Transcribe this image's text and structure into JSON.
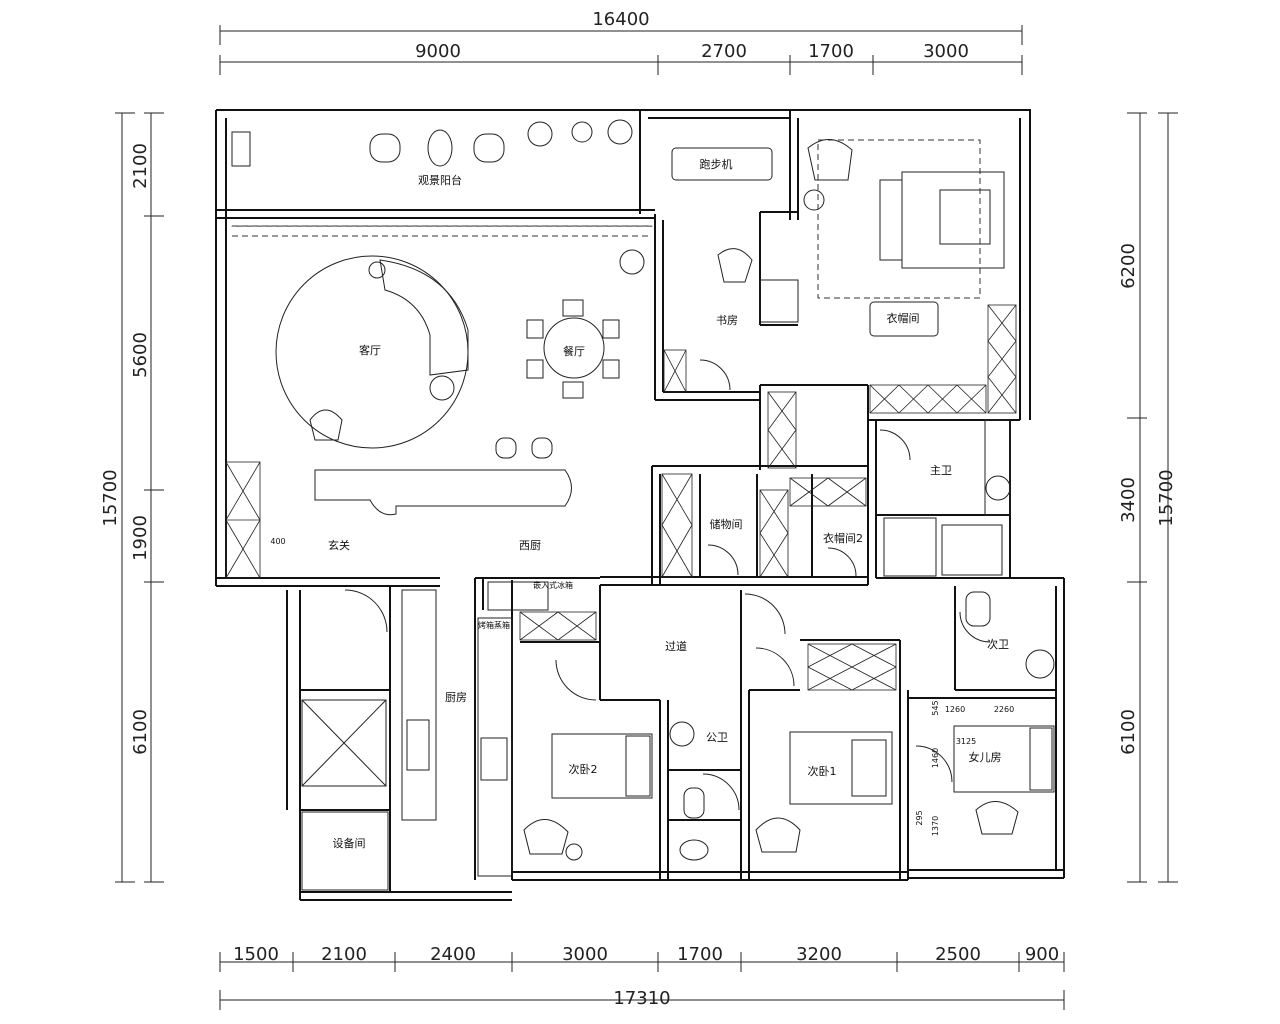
{
  "dimensions": {
    "top_total": "16400",
    "top_segments": [
      "9000",
      "2700",
      "1700",
      "3000"
    ],
    "bottom_segments": [
      "1500",
      "2100",
      "2400",
      "3000",
      "1700",
      "3200",
      "2500",
      "900"
    ],
    "bottom_total": "17310",
    "left_total": "15700",
    "left_segments": [
      "2100",
      "5600",
      "1900",
      "6100"
    ],
    "right_total": "15700",
    "right_segments": [
      "6200",
      "3400",
      "6100"
    ]
  },
  "rooms": {
    "view_balcony": "观景阳台",
    "treadmill": "跑步机",
    "living_room": "客厅",
    "dining_room": "餐厅",
    "study": "书房",
    "cloakroom": "衣帽间",
    "master_bath": "主卫",
    "entrance": "玄关",
    "western_kitchen": "西厨",
    "storage": "储物间",
    "cloakroom_2": "衣帽间2",
    "corridor": "过道",
    "kitchen": "厨房",
    "secondary_bath": "次卫",
    "public_bath": "公卫",
    "bedroom_2": "次卧2",
    "bedroom_1": "次卧1",
    "daughter_room": "女儿房",
    "equipment_room": "设备间",
    "fridge_note": "嵌入式冰箱",
    "small_label_1": "烤箱蒸箱"
  },
  "small_dims": {
    "d400": "400",
    "d3125": "3125",
    "d1260": "1260",
    "d2260": "2260",
    "d545": "545",
    "d1460": "1460",
    "d1370": "1370",
    "d295": "295"
  }
}
